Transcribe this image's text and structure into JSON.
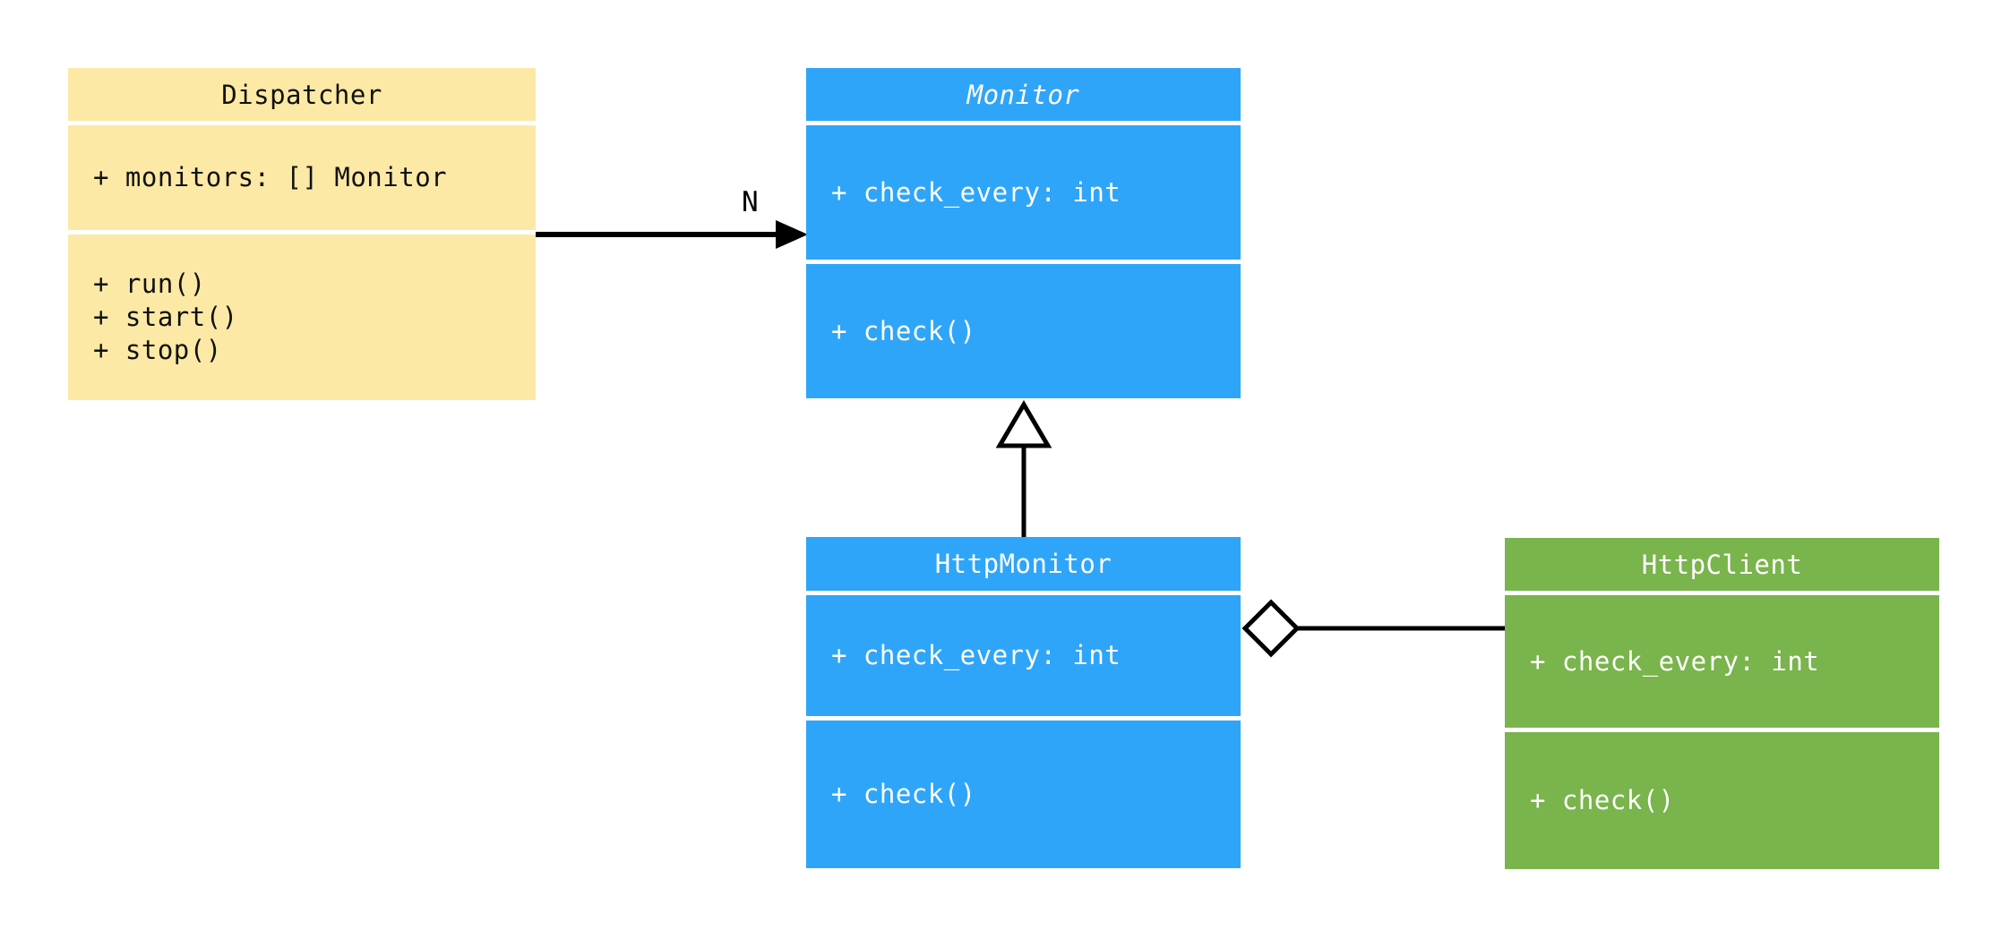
{
  "diagram": {
    "kind": "uml-class-diagram",
    "background_color": "#ffffff",
    "line_color": "#000000",
    "classes": [
      {
        "name": "Dispatcher",
        "abstract": false,
        "fill_color": "#FCE9A6",
        "text_color": "#111111",
        "attributes": [
          "+ monitors: [] Monitor"
        ],
        "methods": [
          "+ run()",
          "+ start()",
          "+ stop()"
        ]
      },
      {
        "name": "Monitor",
        "abstract": true,
        "fill_color": "#2FA5F9",
        "text_color": "#ffffff",
        "attributes": [
          "+ check_every: int"
        ],
        "methods": [
          "+ check()"
        ]
      },
      {
        "name": "HttpMonitor",
        "abstract": false,
        "fill_color": "#2FA5F9",
        "text_color": "#ffffff",
        "attributes": [
          "+ check_every: int"
        ],
        "methods": [
          "+ check()"
        ]
      },
      {
        "name": "HttpClient",
        "abstract": false,
        "fill_color": "#7AB44C",
        "text_color": "#ffffff",
        "attributes": [
          "+ check_every: int"
        ],
        "methods": [
          "+ check()"
        ]
      }
    ],
    "connectors": [
      {
        "type": "association",
        "from": "Dispatcher",
        "to": "Monitor",
        "multiplicity_label": "N",
        "arrow_style": "filled-arrowhead"
      },
      {
        "type": "inheritance",
        "from": "HttpMonitor",
        "to": "Monitor",
        "arrow_style": "hollow-triangle"
      },
      {
        "type": "aggregation",
        "from": "HttpMonitor",
        "to": "HttpClient",
        "arrow_style": "hollow-diamond"
      }
    ]
  }
}
